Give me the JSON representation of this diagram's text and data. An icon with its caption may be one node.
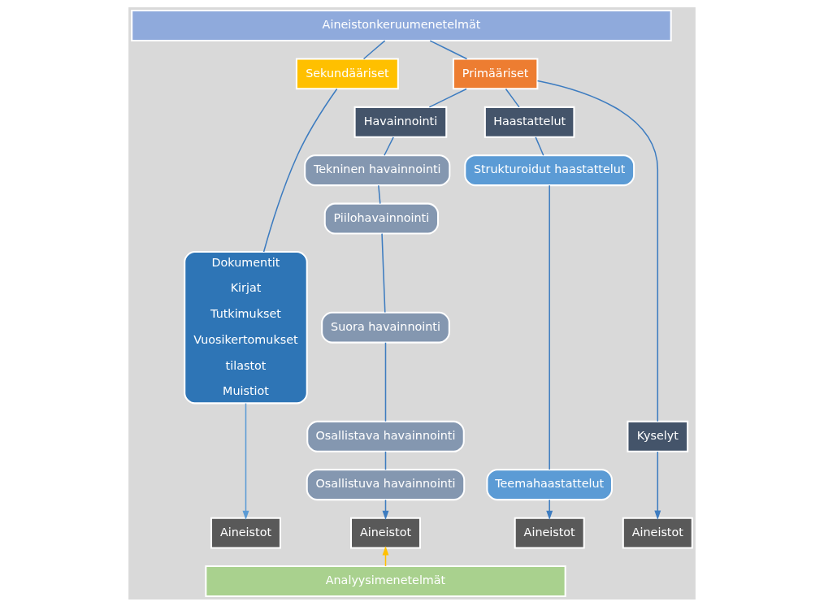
{
  "diagram": {
    "nodes": [
      {
        "text": [
          "Aineistonkeruumenetelmät"
        ]
      },
      {
        "text": [
          "Sekundääriset"
        ]
      },
      {
        "text": [
          "Primääriset"
        ]
      },
      {
        "text": [
          "Dokumentit",
          "Kirjat",
          "Tutkimukset",
          "Vuosikertomukset",
          "tilastot",
          "Muistiot"
        ]
      },
      {
        "text": [
          "Havainnointi"
        ]
      },
      {
        "text": [
          "Haastattelut"
        ]
      },
      {
        "text": [
          "Kyselyt"
        ]
      },
      {
        "text": [
          "Tekninen havainnointi"
        ]
      },
      {
        "text": [
          "Piilohavainnointi"
        ]
      },
      {
        "text": [
          "Suora havainnointi"
        ]
      },
      {
        "text": [
          "Osallistava havainnointi"
        ]
      },
      {
        "text": [
          "Osallistuva havainnointi"
        ]
      },
      {
        "text": [
          "Strukturoidut haastattelut"
        ]
      },
      {
        "text": [
          "Teemahaastattelut"
        ]
      },
      {
        "text": [
          "Aineistot"
        ]
      },
      {
        "text": [
          "Aineistot"
        ]
      },
      {
        "text": [
          "Aineistot"
        ]
      },
      {
        "text": [
          "Aineistot"
        ]
      },
      {
        "text": [
          "Analyysimenetelmät"
        ]
      }
    ],
    "edges": [
      {
        "from": 0,
        "to": 1,
        "arrow": "none"
      },
      {
        "from": 0,
        "to": 2,
        "arrow": "none"
      },
      {
        "from": 1,
        "to": 3,
        "arrow": "none"
      },
      {
        "from": 2,
        "to": 4,
        "arrow": "none"
      },
      {
        "from": 2,
        "to": 5,
        "arrow": "none"
      },
      {
        "from": 2,
        "to": 6,
        "arrow": "none"
      },
      {
        "from": 4,
        "to": 7,
        "arrow": "none"
      },
      {
        "from": 7,
        "to": 8,
        "arrow": "none"
      },
      {
        "from": 8,
        "to": 9,
        "arrow": "none"
      },
      {
        "from": 9,
        "to": 10,
        "arrow": "none"
      },
      {
        "from": 10,
        "to": 11,
        "arrow": "none"
      },
      {
        "from": 5,
        "to": 12,
        "arrow": "none"
      },
      {
        "from": 12,
        "to": 13,
        "arrow": "none"
      },
      {
        "from": 3,
        "to": 14,
        "arrow": "to",
        "color": "#5b9bd5"
      },
      {
        "from": 11,
        "to": 15,
        "arrow": "to"
      },
      {
        "from": 13,
        "to": 16,
        "arrow": "to"
      },
      {
        "from": 6,
        "to": 17,
        "arrow": "to"
      },
      {
        "from": 18,
        "to": 15,
        "arrow": "to",
        "color": "#ffc000"
      }
    ]
  }
}
